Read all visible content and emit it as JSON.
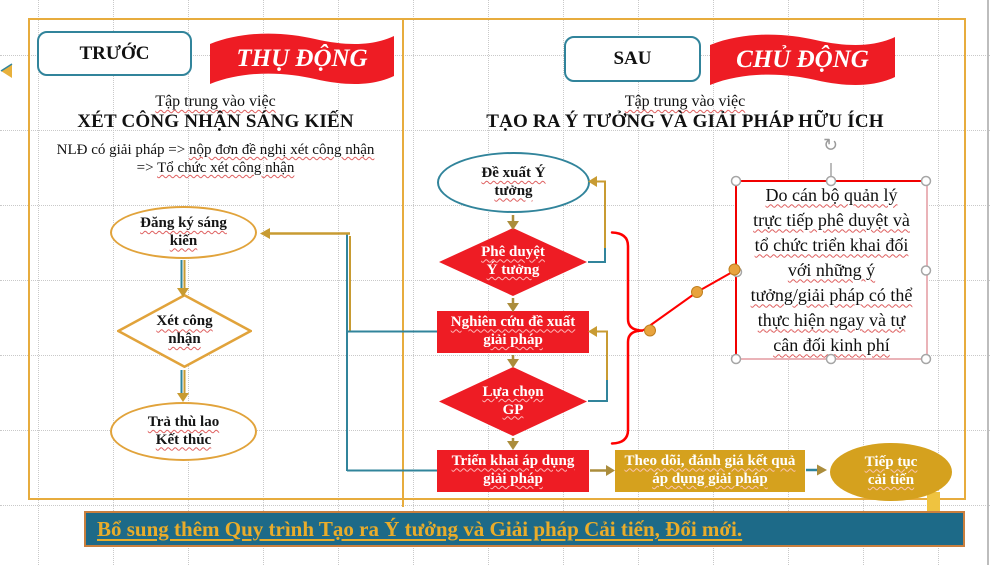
{
  "slide": {
    "left": {
      "tag": "TRƯỚC",
      "banner": "THỤ ĐỘNG",
      "subtitle": "Tập trung vào việc",
      "heading": "XÉT CÔNG NHẬN SÁNG KIẾN",
      "desc_line1_prefix": "NLĐ có giải pháp => ",
      "desc_line1_underlined": "nộp đơn đề nghị xét công nhận",
      "desc_line2_prefix": "=> ",
      "desc_line2_underlined": "Tổ chức xét công nhận",
      "flow_start": "Đăng ký sáng\nkiến",
      "flow_decision": "Xét công\nnhận",
      "flow_end": "Trả thù lao\nKết thúc"
    },
    "right": {
      "tag": "SAU",
      "banner": "CHỦ ĐỘNG",
      "subtitle": "Tập trung vào việc",
      "heading": "TẠO RA Ý TƯỞNG VÀ GIẢI PHÁP HỮU ÍCH",
      "flow_start": "Đề xuất Ý\ntưởng",
      "flow_decision1": "Phê duyệt\nÝ tưởng",
      "flow_step1": "Nghiên cứu đề xuất\ngiải pháp",
      "flow_decision2": "Lựa chọn\nGP",
      "flow_step2": "Triển khai áp dụng\ngiải pháp",
      "flow_step3": "Theo dõi, đánh giá kết quả\náp dụng giải pháp",
      "flow_end": "Tiếp tục\ncải tiến",
      "note": "Do cán bộ quản lý\ntrực tiếp phê duyệt và\ntổ chức triển khai đối\nvới những ý\ntưởng/giải pháp có thể\nthực hiện ngay và tự\ncân đối kinh phí"
    },
    "footer": "Bổ sung thêm Quy trình Tạo ra Ý tưởng và Giải pháp Cải tiến, Đổi mới."
  },
  "editor": {
    "rotate_glyph": "↻"
  },
  "colors": {
    "red": "#EE1C24",
    "gold_outline": "#E1A33B",
    "gold_fill": "#D5A11E",
    "teal": "#31849B",
    "footer_bg": "#1D6A88",
    "footer_text": "#E9AC2A",
    "slide_border": "#E7AC3D"
  }
}
